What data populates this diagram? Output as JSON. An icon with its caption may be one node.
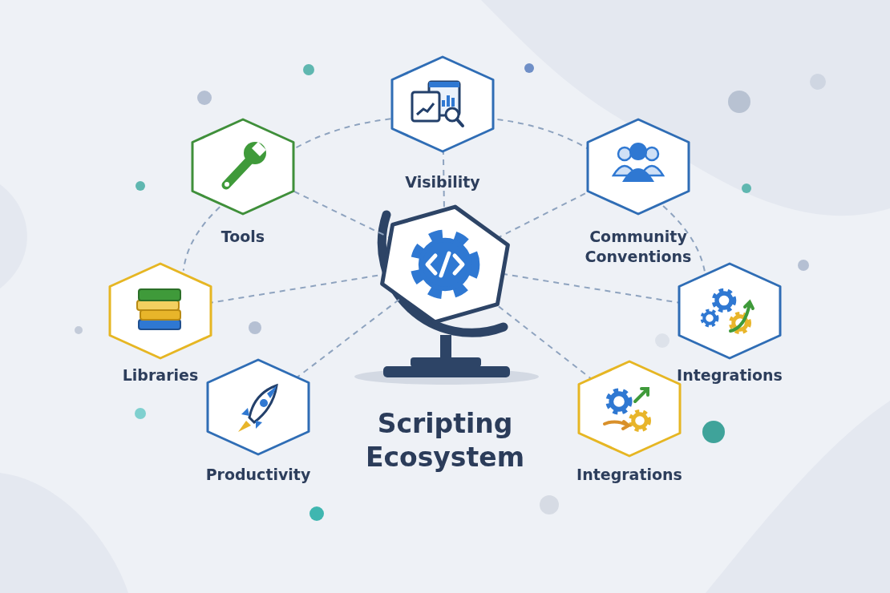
{
  "diagram": {
    "title": "Scripting Ecosystem",
    "nodes": [
      {
        "text": [],
        "shape": "hexagon"
      },
      {
        "text": [
          "Visibility"
        ]
      },
      {
        "text": [
          "Tools"
        ]
      },
      {
        "text": [
          "Community Conventions"
        ]
      },
      {
        "text": [
          "Libraries"
        ]
      },
      {
        "text": [
          "Integrations"
        ]
      },
      {
        "text": [
          "Productivity"
        ]
      },
      {
        "text": [
          "Integrations"
        ]
      }
    ],
    "edges": [
      {
        "from": 0,
        "to": 1,
        "arrow": "none",
        "style": "dashed"
      },
      {
        "from": 0,
        "to": 2,
        "arrow": "none",
        "style": "dashed"
      },
      {
        "from": 0,
        "to": 3,
        "arrow": "none",
        "style": "dashed"
      },
      {
        "from": 0,
        "to": 4,
        "arrow": "none",
        "style": "dashed"
      },
      {
        "from": 0,
        "to": 5,
        "arrow": "none",
        "style": "dashed"
      },
      {
        "from": 0,
        "to": 6,
        "arrow": "none",
        "style": "dashed"
      },
      {
        "from": 0,
        "to": 7,
        "arrow": "none",
        "style": "dashed"
      },
      {
        "from": 2,
        "to": 1,
        "arrow": "none",
        "style": "dashed"
      },
      {
        "from": 1,
        "to": 3,
        "arrow": "none",
        "style": "dashed"
      },
      {
        "from": 2,
        "to": 4,
        "arrow": "none",
        "style": "dashed"
      },
      {
        "from": 3,
        "to": 5,
        "arrow": "none",
        "style": "dashed"
      }
    ]
  }
}
